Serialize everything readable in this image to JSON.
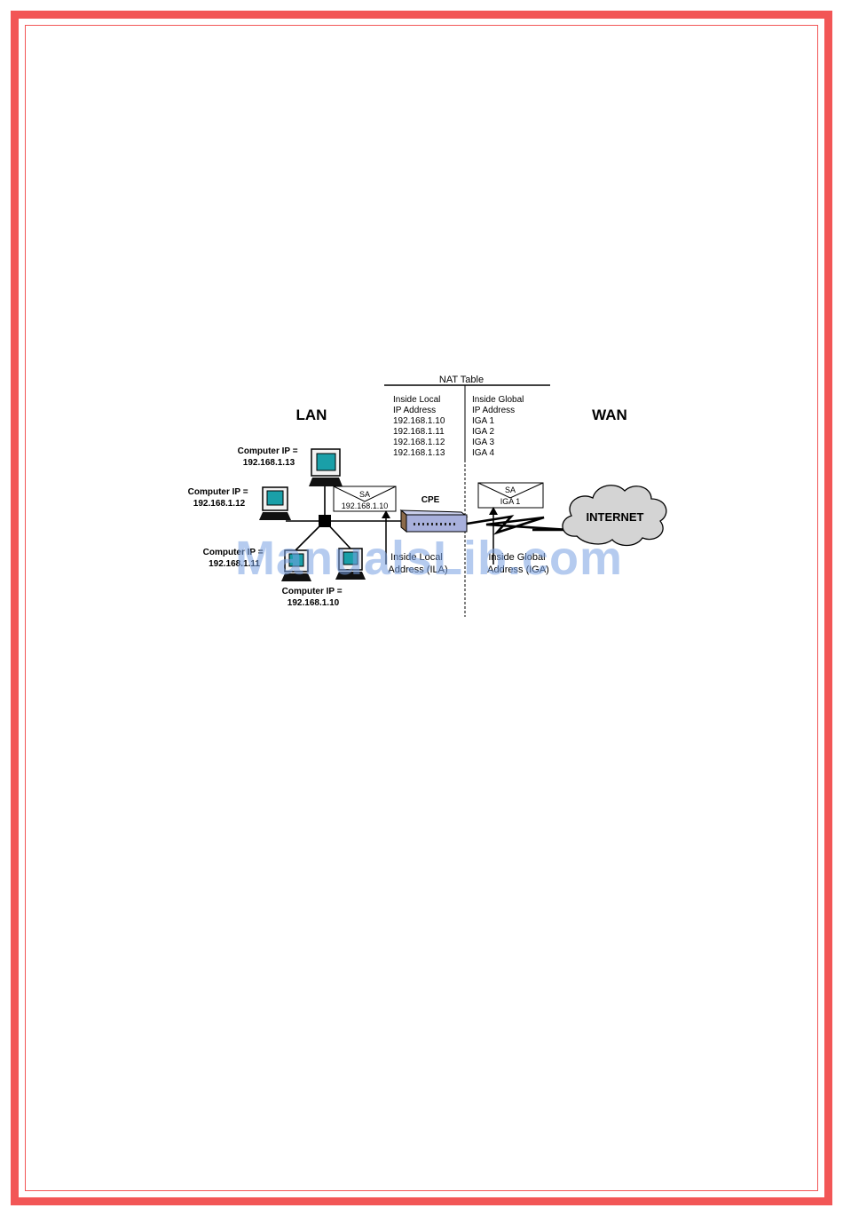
{
  "colors": {
    "frame": "#f25656",
    "watermark": "#7aa2e0",
    "cloud": "#d4d4d4",
    "router": "#a8b0dc",
    "screen": "#1a9fa8"
  },
  "diagram": {
    "nat_table_title": "NAT Table",
    "local_col": [
      "Inside Local",
      "IP Address",
      "192.168.1.10",
      "192.168.1.11",
      "192.168.1.12",
      "192.168.1.13"
    ],
    "global_col": [
      "Inside Global",
      "IP Address",
      "IGA 1",
      "IGA 2",
      "IGA 3",
      "IGA 4"
    ],
    "lan_label": "LAN",
    "wan_label": "WAN",
    "cpe_label": "CPE",
    "internet_label": "INTERNET",
    "packet_lan": {
      "header": "SA",
      "value": "192.168.1.10"
    },
    "packet_wan": {
      "header": "SA",
      "value": "IGA 1"
    },
    "computer_13": [
      "Computer IP =",
      "192.168.1.13"
    ],
    "computer_12": [
      "Computer IP =",
      "192.168.1.12"
    ],
    "computer_11": [
      "Computer IP =",
      "192.168.1.11"
    ],
    "computer_10": [
      "Computer IP =",
      "192.168.1.10"
    ],
    "ila_label": [
      "Inside Local",
      "Address (ILA)"
    ],
    "iga_label": [
      "Inside Global",
      "Address (IGA)"
    ]
  },
  "watermark": "ManualsLib.com"
}
